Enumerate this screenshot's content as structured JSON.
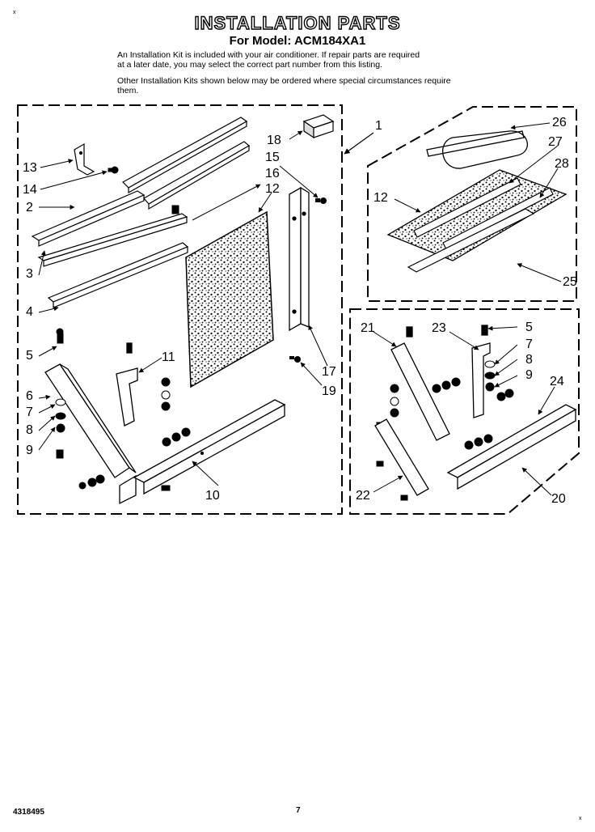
{
  "page": {
    "title": "INSTALLATION PARTS",
    "subtitle": "For Model: ACM184XA1",
    "paragraph1_line1": "An Installation Kit is included with your air conditioner. If repair parts are required",
    "paragraph1_line2": "at a later date, you may select the correct part number from this listing.",
    "paragraph2_line1": "Other Installation Kits shown below may be ordered where special circumstances require",
    "paragraph2_line2": "them.",
    "corner_mark_top_left": "x",
    "corner_mark_bottom_right": "x",
    "doc_number": "4318495",
    "page_number": "7"
  },
  "callouts": {
    "c1": "1",
    "c2": "2",
    "c3": "3",
    "c4": "4",
    "c5a": "5",
    "c6": "6",
    "c7a": "7",
    "c8a": "8",
    "c9a": "9",
    "c10": "10",
    "c11": "11",
    "c12a": "12",
    "c13": "13",
    "c14": "14",
    "c15": "15",
    "c16": "16",
    "c17": "17",
    "c18": "18",
    "c19": "19",
    "c26": "26",
    "c27": "27",
    "c28": "28",
    "c12b": "12",
    "c25": "25",
    "c21": "21",
    "c23": "23",
    "c5b": "5",
    "c7b": "7",
    "c8b": "8",
    "c9b": "9",
    "c24": "24",
    "c22": "22",
    "c20": "20"
  }
}
